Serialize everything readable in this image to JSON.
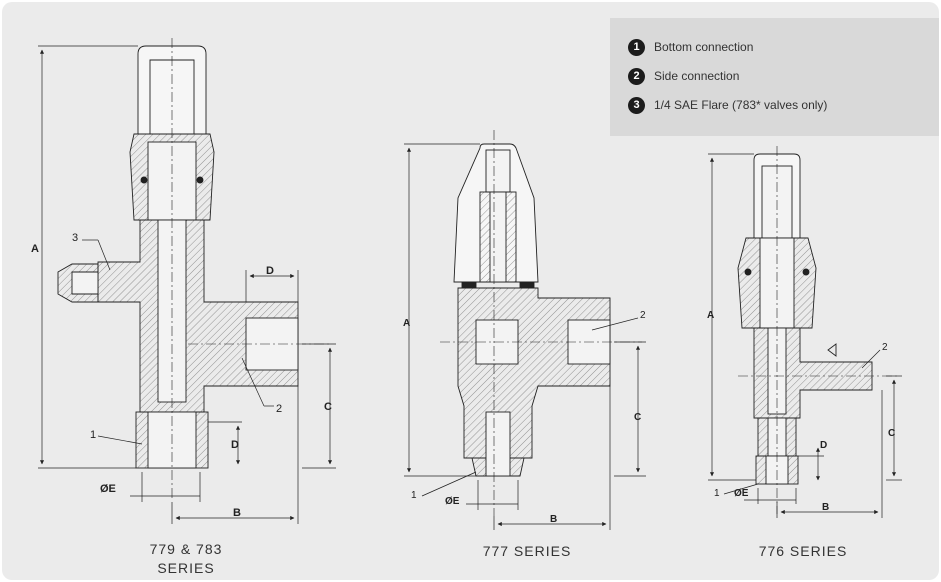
{
  "legend": {
    "items": [
      {
        "number": "1",
        "label": "Bottom connection"
      },
      {
        "number": "2",
        "label": "Side connection"
      },
      {
        "number": "3",
        "label": "1/4 SAE Flare (783* valves only)"
      }
    ]
  },
  "captions": {
    "left_line1": "779 & 783",
    "left_line2": "SERIES",
    "middle": "777 SERIES",
    "right": "776 SERIES"
  },
  "dimension_labels": {
    "a": "A",
    "b": "B",
    "c": "C",
    "d": "D",
    "e": "ØE",
    "one": "1",
    "two": "2",
    "three": "3"
  },
  "colors": {
    "background": "#ebebeb",
    "legend_box": "#d9d9d9",
    "line": "#222222",
    "badge": "#1c1c1c"
  }
}
